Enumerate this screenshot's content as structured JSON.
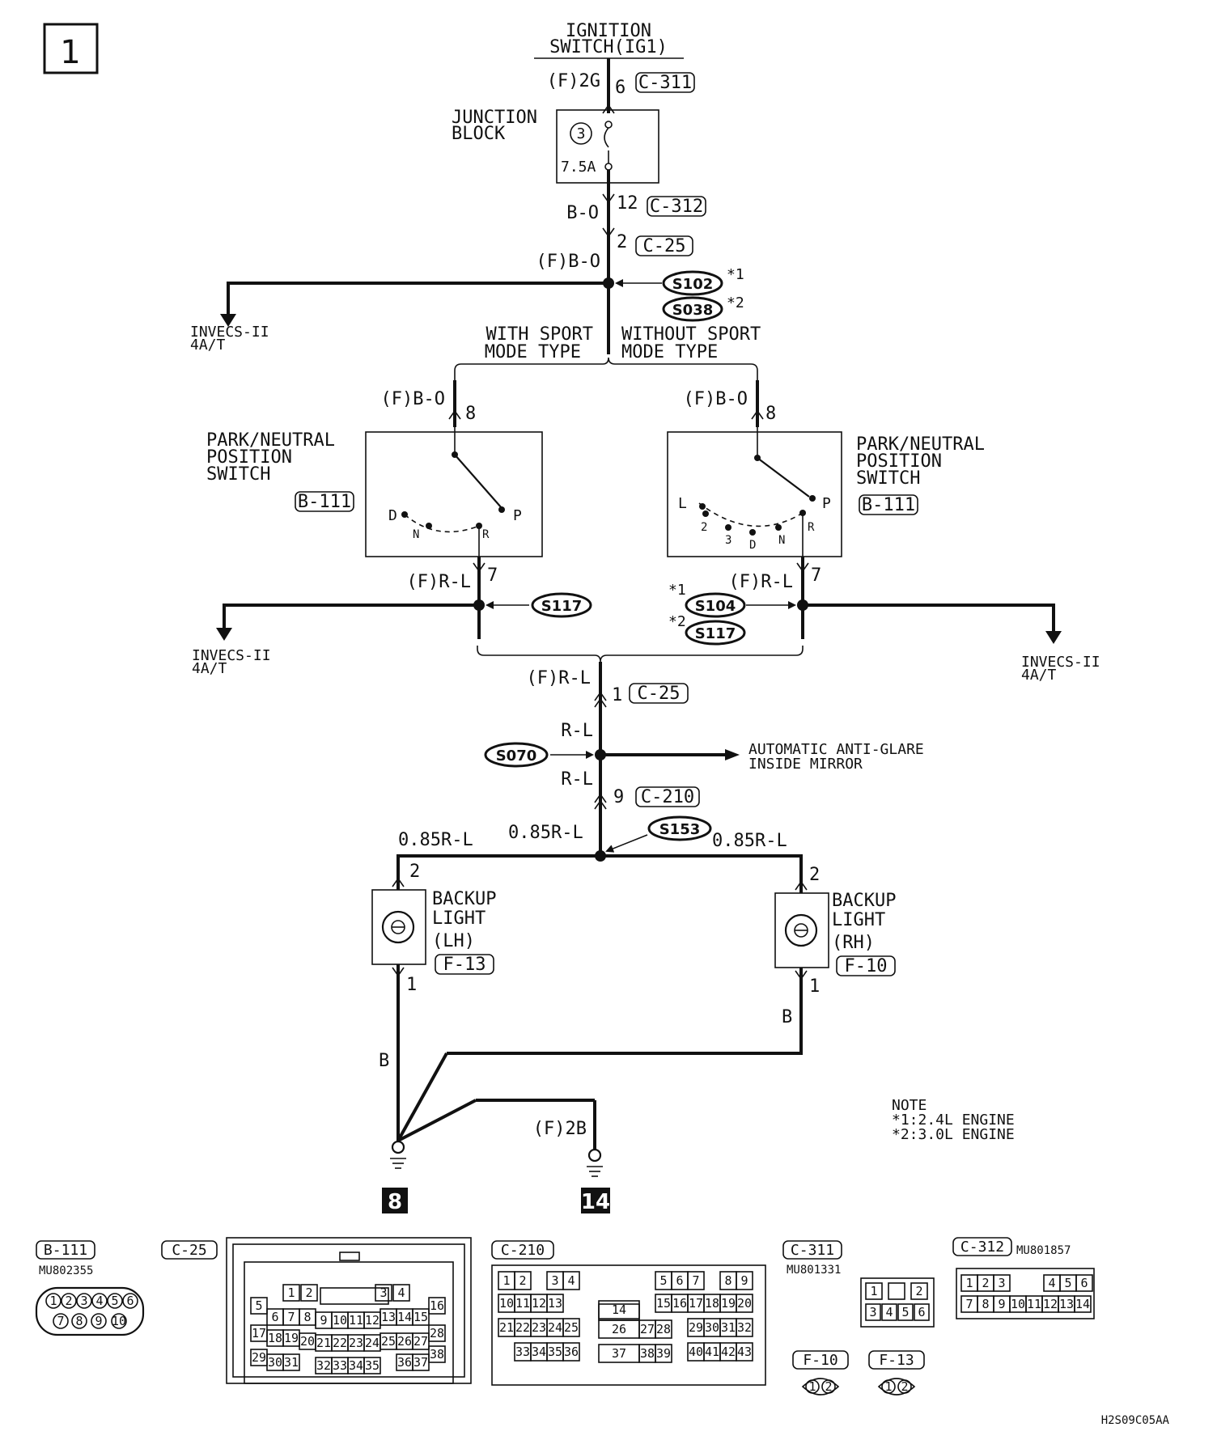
{
  "page_number": "1",
  "ignition": {
    "line1": "IGNITION",
    "line2": "SWITCH(IG1)",
    "wire": "(F)2G",
    "pin": "6",
    "connector": "C-311"
  },
  "junction_block": {
    "line1": "JUNCTION",
    "line2": "BLOCK",
    "fuse_no": "3",
    "fuse_rating": "7.5A",
    "pin_out": "12",
    "connector_out": "C-312",
    "wire_out": "B-O"
  },
  "splice_top": {
    "pin": "2",
    "connector": "C-25",
    "wire": "(F)B-O",
    "splice1": "S102",
    "splice1_note": "*1",
    "splice2": "S038",
    "splice2_note": "*2"
  },
  "invecs": {
    "line1": "INVECS-II",
    "line2": "4A/T"
  },
  "with_sport": {
    "line1": "WITH SPORT",
    "line2": "MODE TYPE"
  },
  "without_sport": {
    "line1": "WITHOUT SPORT",
    "line2": "MODE TYPE"
  },
  "pn_switch_left": {
    "line1": "PARK/NEUTRAL",
    "line2": "POSITION",
    "line3": "SWITCH",
    "connector": "B-111",
    "wire_in": "(F)B-O",
    "pin_in": "8",
    "pin_out": "7",
    "wire_out": "(F)R-L",
    "positions": [
      "D",
      "N",
      "R",
      "P"
    ],
    "splice": "S117"
  },
  "pn_switch_right": {
    "line1": "PARK/NEUTRAL",
    "line2": "POSITION",
    "line3": "SWITCH",
    "connector": "B-111",
    "wire_in": "(F)B-O",
    "pin_in": "8",
    "pin_out": "7",
    "wire_out": "(F)R-L",
    "positions": [
      "L",
      "2",
      "3",
      "D",
      "N",
      "R",
      "P"
    ],
    "splice1": "S104",
    "splice1_note": "*1",
    "splice2": "S117",
    "splice2_note": "*2"
  },
  "middle": {
    "wire": "(F)R-L",
    "pin": "1",
    "connector": "C-25",
    "wire2": "R-L",
    "splice": "S070",
    "mirror_line1": "AUTOMATIC ANTI-GLARE",
    "mirror_line2": "INSIDE MIRROR",
    "wire3": "R-L",
    "pin2": "9",
    "connector2": "C-210"
  },
  "backup_bus": {
    "splice": "S153",
    "wire_left": "0.85R-L",
    "wire_center": "0.85R-L",
    "wire_right": "0.85R-L"
  },
  "backup_lh": {
    "line1": "BACKUP",
    "line2": "LIGHT",
    "line3": "(LH)",
    "connector": "F-13",
    "pin_in": "2",
    "pin_out": "1"
  },
  "backup_rh": {
    "line1": "BACKUP",
    "line2": "LIGHT",
    "line3": "(RH)",
    "connector": "F-10",
    "pin_in": "2",
    "pin_out": "1"
  },
  "ground": {
    "wire_left": "B",
    "wire_right": "B",
    "wire_14": "(F)2B",
    "ground_a": "8",
    "ground_b": "14"
  },
  "note": {
    "title": "NOTE",
    "line1": "*1:2.4L ENGINE",
    "line2": "*2:3.0L ENGINE"
  },
  "connectors": {
    "b111": {
      "label": "B-111",
      "part": "MU802355",
      "pins_top": [
        "1",
        "2",
        "3",
        "4",
        "5",
        "6"
      ],
      "pins_bottom": [
        "7",
        "8",
        "9",
        "10"
      ]
    },
    "c25": {
      "label": "C-25"
    },
    "c210": {
      "label": "C-210"
    },
    "c311": {
      "label": "C-311",
      "part": "MU801331",
      "pins_top": [
        "1",
        "",
        "2"
      ],
      "pins_bottom": [
        "3",
        "4",
        "5",
        "6"
      ]
    },
    "c312": {
      "label": "C-312",
      "part": "MU801857",
      "pins_top": [
        "1",
        "2",
        "3",
        "",
        "4",
        "5",
        "6"
      ],
      "pins_bottom": [
        "7",
        "8",
        "9",
        "10",
        "11",
        "12",
        "13",
        "14"
      ]
    },
    "f10": {
      "label": "F-10",
      "pins": [
        "1",
        "2"
      ]
    },
    "f13": {
      "label": "F-13",
      "pins": [
        "1",
        "2"
      ]
    }
  },
  "c25_pins": [
    {
      "n": "1"
    },
    {
      "n": "2"
    },
    {
      "n": "3"
    },
    {
      "n": "4"
    },
    {
      "n": "5"
    },
    {
      "n": "6"
    },
    {
      "n": "7"
    },
    {
      "n": "8"
    },
    {
      "n": "9"
    },
    {
      "n": "10"
    },
    {
      "n": "11"
    },
    {
      "n": "12"
    },
    {
      "n": "13"
    },
    {
      "n": "14"
    },
    {
      "n": "15"
    },
    {
      "n": "16"
    },
    {
      "n": "17"
    },
    {
      "n": "18"
    },
    {
      "n": "19"
    },
    {
      "n": "20"
    },
    {
      "n": "21"
    },
    {
      "n": "22"
    },
    {
      "n": "23"
    },
    {
      "n": "24"
    },
    {
      "n": "25"
    },
    {
      "n": "26"
    },
    {
      "n": "27"
    },
    {
      "n": "28"
    },
    {
      "n": "29"
    },
    {
      "n": "30"
    },
    {
      "n": "31"
    },
    {
      "n": "32"
    },
    {
      "n": "33"
    },
    {
      "n": "34"
    },
    {
      "n": "35"
    },
    {
      "n": "36"
    },
    {
      "n": "37"
    },
    {
      "n": "38"
    }
  ],
  "c210_pins": [
    {
      "n": "1"
    },
    {
      "n": "2"
    },
    {
      "n": "3"
    },
    {
      "n": "4"
    },
    {
      "n": "5"
    },
    {
      "n": "6"
    },
    {
      "n": "7"
    },
    {
      "n": "8"
    },
    {
      "n": "9"
    },
    {
      "n": "10"
    },
    {
      "n": "11"
    },
    {
      "n": "12"
    },
    {
      "n": "13"
    },
    {
      "n": "14"
    },
    {
      "n": "15"
    },
    {
      "n": "16"
    },
    {
      "n": "17"
    },
    {
      "n": "18"
    },
    {
      "n": "19"
    },
    {
      "n": "20"
    },
    {
      "n": "21"
    },
    {
      "n": "22"
    },
    {
      "n": "23"
    },
    {
      "n": "24"
    },
    {
      "n": "25"
    },
    {
      "n": "26"
    },
    {
      "n": "27"
    },
    {
      "n": "28"
    },
    {
      "n": "29"
    },
    {
      "n": "30"
    },
    {
      "n": "31"
    },
    {
      "n": "32"
    },
    {
      "n": "33"
    },
    {
      "n": "34"
    },
    {
      "n": "35"
    },
    {
      "n": "36"
    },
    {
      "n": "37"
    },
    {
      "n": "38"
    },
    {
      "n": "39"
    },
    {
      "n": "40"
    },
    {
      "n": "41"
    },
    {
      "n": "42"
    },
    {
      "n": "43"
    }
  ],
  "figure_code": "H2S09C05AA"
}
